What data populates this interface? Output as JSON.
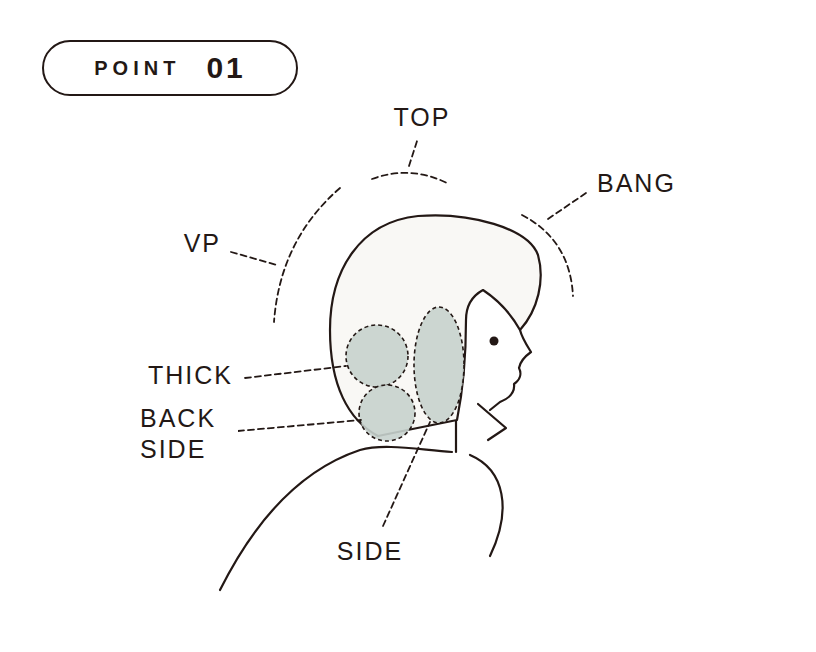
{
  "diagram": {
    "nodes": [
      {
        "text": [
          "POINT",
          "01"
        ]
      }
    ],
    "labels": [
      "TOP",
      "BANG",
      "VP",
      "THICK",
      "BACK SIDE",
      "SIDE"
    ]
  }
}
